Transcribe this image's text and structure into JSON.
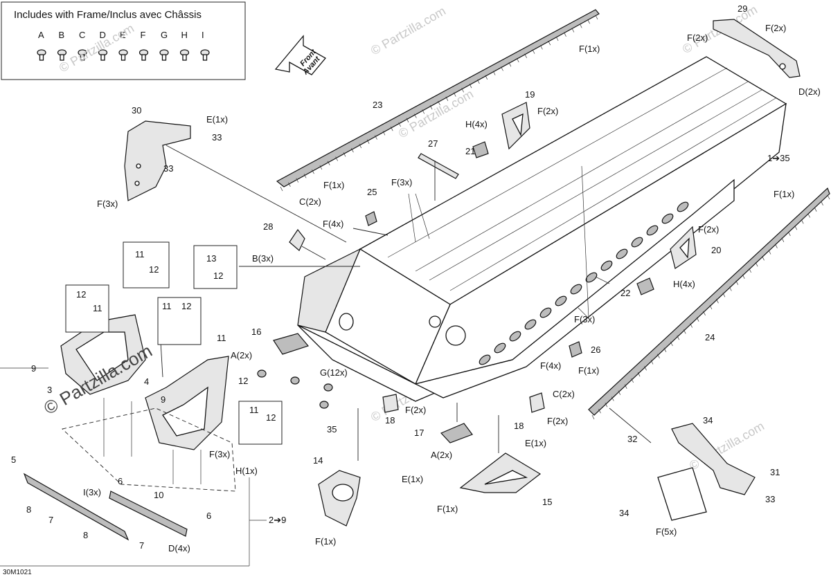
{
  "legend": {
    "title": "Includes with Frame/Inclus avec Châssis",
    "letters": [
      "A",
      "B",
      "C",
      "D",
      "E",
      "F",
      "G",
      "H",
      "I"
    ]
  },
  "front_arrow": {
    "line1": "Front",
    "line2": "Avant"
  },
  "watermarks": [
    "© Partzilla.com",
    "© Partzilla.com",
    "© Partzilla.com",
    "© Partzilla.com",
    "© Partzilla.com",
    "© Partzilla.com"
  ],
  "big_watermark": "© Partzilla.com",
  "diagram_code": "30M1021",
  "labels": {
    "l29": "29",
    "l30": "30",
    "l23": "23",
    "l19": "19",
    "l21": "21",
    "l27": "27",
    "l1_35": "1➔35",
    "l25": "25",
    "l28": "28",
    "l20": "20",
    "l22": "22",
    "l24": "24",
    "l16": "16",
    "l26": "26",
    "l13": "13",
    "l12a": "12",
    "l11a": "11",
    "l12b": "12",
    "l12c": "12",
    "l11b": "11",
    "l11c": "11",
    "l12d": "12",
    "l11d": "11",
    "l12e": "12",
    "l11e": "11",
    "l12f": "12",
    "l9a": "9",
    "l9b": "9",
    "l3": "3",
    "l4": "4",
    "l5": "5",
    "l8a": "8",
    "l7a": "7",
    "l10": "10",
    "l6a": "6",
    "l6b": "6",
    "l8b": "8",
    "l7b": "7",
    "l2_9": "2➔9",
    "l14": "14",
    "l15": "15",
    "l17": "17",
    "l18a": "18",
    "l18b": "18",
    "l35": "35",
    "l32": "32",
    "l34a": "34",
    "l31": "31",
    "l34b": "34",
    "l33a": "33",
    "l33b": "33",
    "l33c": "33"
  },
  "callouts": {
    "f1x_top": "F(1x)",
    "f2x_29a": "F(2x)",
    "f2x_29b": "F(2x)",
    "d2x_29": "D(2x)",
    "e1x_30": "E(1x)",
    "f3x_30": "F(3x)",
    "h4x_21": "H(4x)",
    "f2x_19": "F(2x)",
    "f1x_23": "F(1x)",
    "c2x_23": "C(2x)",
    "f3x_mid": "F(3x)",
    "f4x_25": "F(4x)",
    "b3x_28": "B(3x)",
    "f2x_20": "F(2x)",
    "h4x_22": "H(4x)",
    "f1x_24": "F(1x)",
    "f3x_right": "F(3x)",
    "f4x_26": "F(4x)",
    "a2x_16": "A(2x)",
    "g12x": "G(12x)",
    "f1x_24b": "F(1x)",
    "c2x_24": "C(2x)",
    "f2x_18a": "F(2x)",
    "f2x_18b": "F(2x)",
    "a2x_17": "A(2x)",
    "e1x_15": "E(1x)",
    "e1x_14": "E(1x)",
    "f1x_15": "F(1x)",
    "f1x_14": "F(1x)",
    "f3x_4": "F(3x)",
    "h1x_4": "H(1x)",
    "i3x": "I(3x)",
    "d4x": "D(4x)",
    "f5x_31": "F(5x)"
  }
}
